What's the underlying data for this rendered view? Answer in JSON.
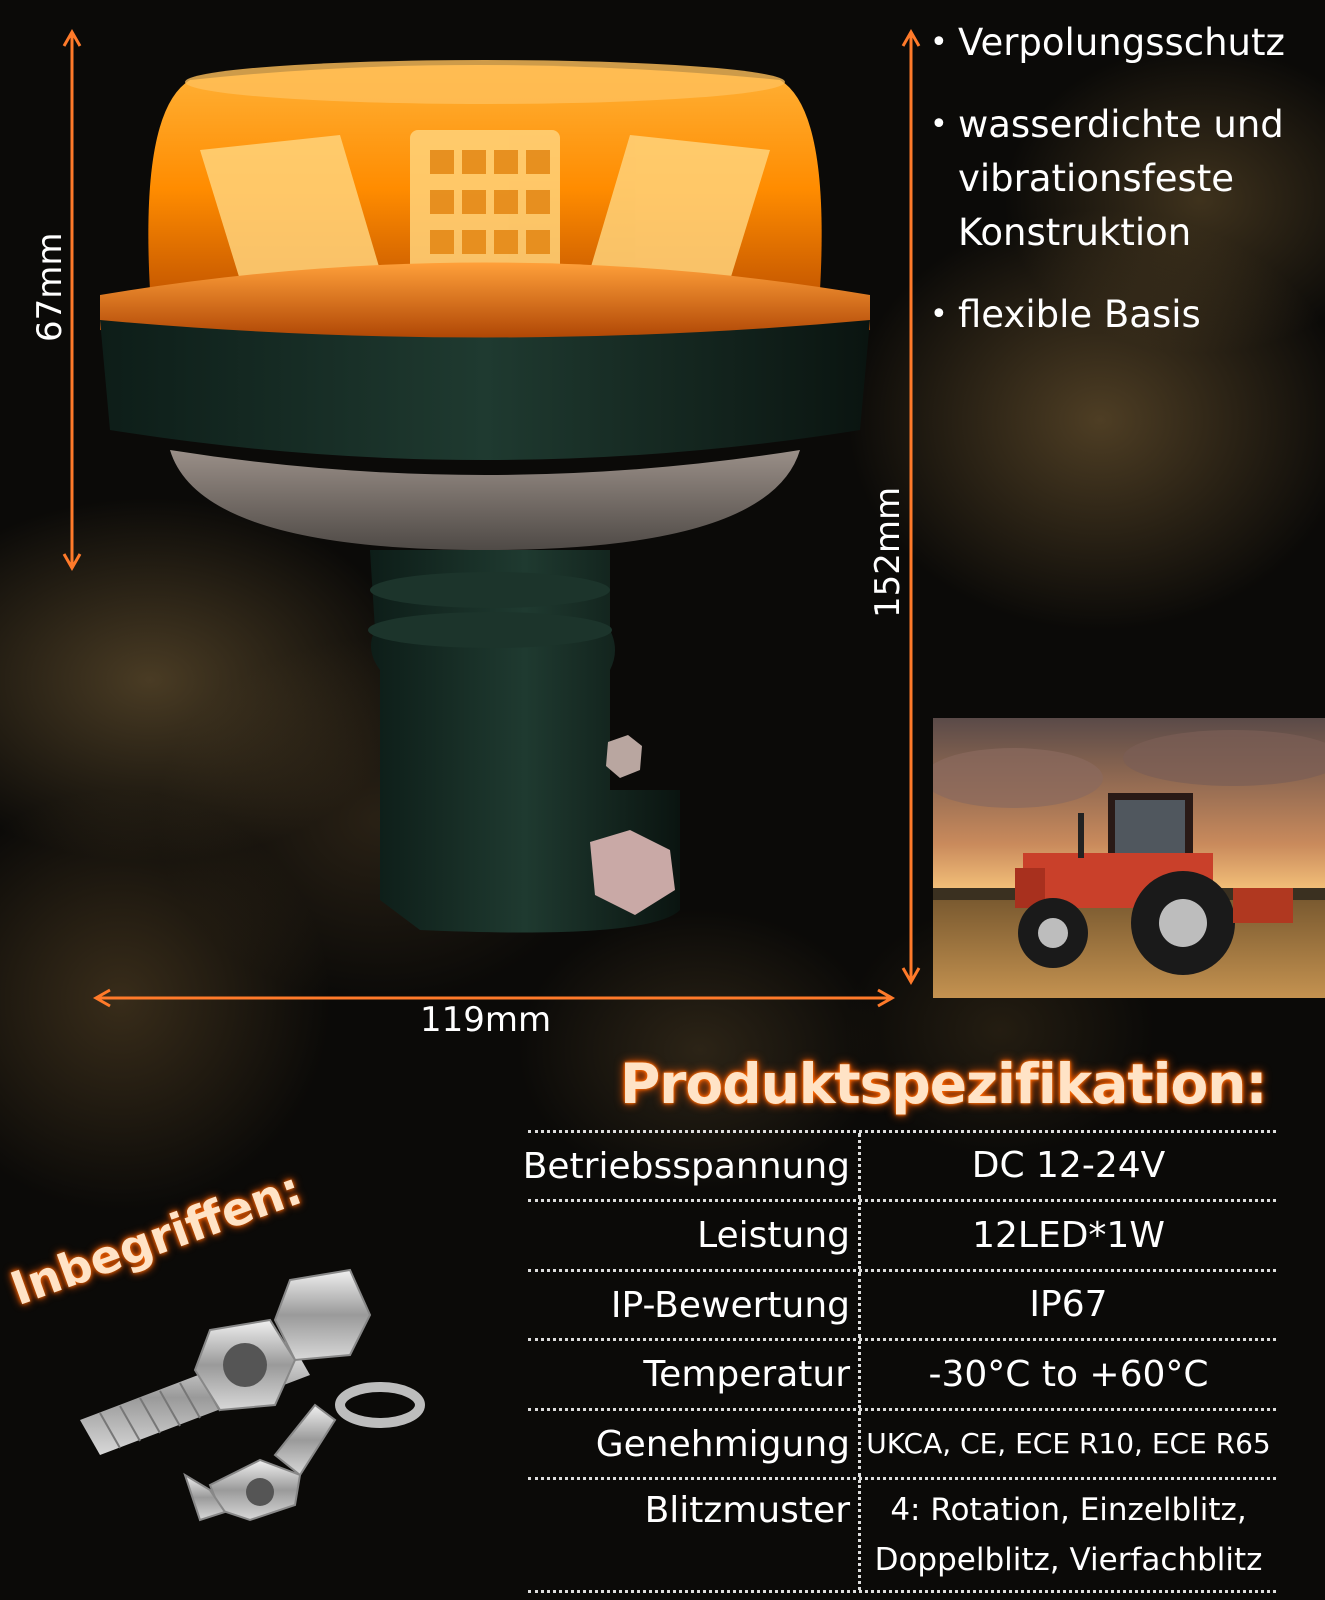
{
  "features": [
    "Verpolungsschutz",
    "wasserdichte und vibrationsfeste Konstruktion",
    "flexible Basis"
  ],
  "dimensions": {
    "height_lens": "67mm",
    "height_total": "152mm",
    "width": "119mm"
  },
  "spec_title": "Produktspezifikation:",
  "specs": [
    {
      "label": "Betriebsspannung",
      "value": "DC 12-24V"
    },
    {
      "label": "Leistung",
      "value": "12LED*1W"
    },
    {
      "label": "IP-Bewertung",
      "value": "IP67"
    },
    {
      "label": "Temperatur",
      "value": "-30°C to +60°C"
    },
    {
      "label": "Genehmigung",
      "value": "UKCA, CE, ECE R10, ECE R65"
    },
    {
      "label": "Blitzmuster",
      "value": "4: Rotation, Einzelblitz, Doppelblitz, Vierfachblitz"
    }
  ],
  "included_label": "Inbegriffen:",
  "colors": {
    "accent": "#ff7a2a",
    "lens": "#ff9a10",
    "text": "#ffffff",
    "glow": "#ff6a00"
  }
}
